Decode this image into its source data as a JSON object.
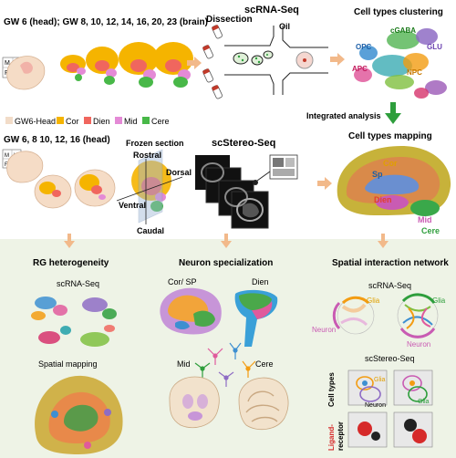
{
  "top": {
    "gw_line1": "GW 6 (head); GW 8, 10, 12, 14, 16, 20, 23 (brain)",
    "dissection": "Dissection",
    "scrna_title": "scRNA-Seq",
    "oil": "Oil",
    "clustering_title": "Cell types clustering",
    "clusters": [
      "cGABA",
      "GLU",
      "OPC",
      "NPC",
      "APC"
    ],
    "integrated": "Integrated analysis",
    "mh_m": "M",
    "mh_h": "H",
    "mh_f": "F"
  },
  "legend": [
    {
      "label": "GW6-Head",
      "color": "#f2dcc8"
    },
    {
      "label": "Cor",
      "color": "#f5b400"
    },
    {
      "label": "Dien",
      "color": "#f0665e"
    },
    {
      "label": "Mid",
      "color": "#e48ad6"
    },
    {
      "label": "Cere",
      "color": "#48b848"
    }
  ],
  "middle": {
    "gw_line2": "GW 6, 8 10, 12, 16 (head)",
    "frozen_title": "Frozen section",
    "axes": {
      "rostral": "Rostral",
      "dorsal": "Dorsal",
      "ventral": "Ventral",
      "caudal": "Caudal"
    },
    "stereo_title": "scStereo-Seq",
    "mapping_title": "Cell types mapping",
    "regions": {
      "cor": "Cor",
      "sp": "Sp",
      "dien": "Dien",
      "mid": "Mid",
      "cere": "Cere"
    }
  },
  "bottom": {
    "rg_title": "RG heterogeneity",
    "rg_sub1": "scRNA-Seq",
    "rg_sub2": "Spatial mapping",
    "neuron_title": "Neuron specialization",
    "neuron_labels": {
      "cor": "Cor/ SP",
      "dien": "Dien",
      "mid": "Mid",
      "cere": "Cere"
    },
    "spatial_title": "Spatial interaction network",
    "spatial_sub1": "scRNA-Seq",
    "spatial_sub2": "scStereo-Seq",
    "glia": "Glia",
    "neuron": "Neuron",
    "cell_types": "Cell types",
    "ligand": "Ligand-",
    "receptor": "receptor"
  },
  "colors": {
    "arrow": "#f2b98a",
    "green_arrow": "#2e9e3c",
    "bottom_bg": "#eef3e6"
  }
}
